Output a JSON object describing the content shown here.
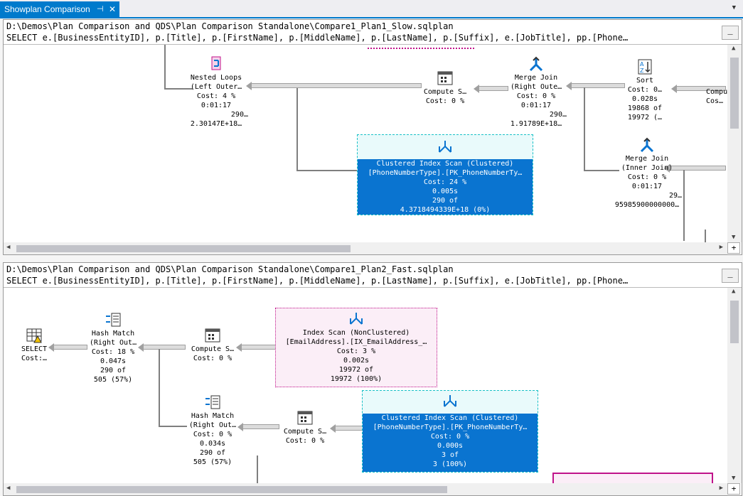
{
  "tab": {
    "title": "Showplan Comparison",
    "pin": "⊣",
    "close": "✕"
  },
  "top": {
    "path": "D:\\Demos\\Plan Comparison and QDS\\Plan Comparison Standalone\\Compare1_Plan1_Slow.sqlplan",
    "query": "SELECT e.[BusinessEntityID], p.[Title], p.[FirstName], p.[MiddleName], p.[LastName], p.[Suffix], e.[JobTitle], pp.[Phone…",
    "nodes": {
      "nested_loops": [
        "Nested Loops",
        "(Left Outer…",
        "Cost: 4 %",
        "0:01:17",
        "290…",
        "2.30147E+18…"
      ],
      "compute_scalar": [
        "Compute S…",
        "Cost: 0 %"
      ],
      "merge_join_right": [
        "Merge Join",
        "(Right Oute…",
        "Cost: 0 %",
        "0:01:17",
        "290…",
        "1.91789E+18…"
      ],
      "sort": [
        "Sort",
        "Cost: 0…",
        "0.028s",
        "19868 of",
        "19972 (…"
      ],
      "compute_edge": [
        "Compu…",
        "Cos…"
      ],
      "clustered_scan": [
        "Clustered Index Scan (Clustered)",
        "[PhoneNumberType].[PK_PhoneNumberTy…",
        "Cost: 24 %",
        "0.005s",
        "290 of",
        "4.3718494339E+18 (0%)"
      ],
      "merge_join_inner": [
        "Merge Join",
        "(Inner Join)",
        "Cost: 0 %",
        "0:01:17",
        "29…",
        "95985900000000…"
      ]
    }
  },
  "bottom": {
    "path": "D:\\Demos\\Plan Comparison and QDS\\Plan Comparison Standalone\\Compare1_Plan2_Fast.sqlplan",
    "query": "SELECT e.[BusinessEntityID], p.[Title], p.[FirstName], p.[MiddleName], p.[LastName], p.[Suffix], e.[JobTitle], pp.[Phone…",
    "nodes": {
      "select": [
        "SELECT",
        "Cost:…"
      ],
      "hash_match_1": [
        "Hash Match",
        "(Right Out…",
        "Cost: 18 %",
        "0.047s",
        "290 of",
        "505 (57%)"
      ],
      "compute_1": [
        "Compute S…",
        "Cost: 0 %"
      ],
      "index_scan": [
        "Index Scan (NonClustered)",
        "[EmailAddress].[IX_EmailAddress_…",
        "Cost: 3 %",
        "0.002s",
        "19972 of",
        "19972 (100%)"
      ],
      "hash_match_2": [
        "Hash Match",
        "(Right Out…",
        "Cost: 0 %",
        "0.034s",
        "290 of",
        "505 (57%)"
      ],
      "compute_2": [
        "Compute S…",
        "Cost: 0 %"
      ],
      "clustered_scan": [
        "Clustered Index Scan (Clustered)",
        "[PhoneNumberType].[PK_PhoneNumberTy…",
        "Cost: 0 %",
        "0.000s",
        "3 of",
        "3 (100%)"
      ]
    }
  },
  "ui": {
    "minimize": "_",
    "plus": "+",
    "up": "▲",
    "down": "▼",
    "left": "◀",
    "right": "▶",
    "dropdown": "▼"
  },
  "colors": {
    "accent": "#007acc",
    "highlight_blue": "#0a74d0",
    "highlight_border": "#19c0c6",
    "pink_border": "#c0138a"
  }
}
